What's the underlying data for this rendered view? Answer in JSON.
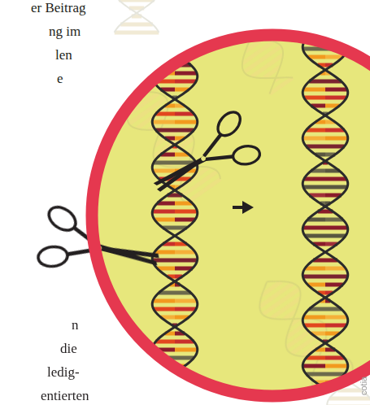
{
  "diagram": {
    "labels": [
      "er Beitrag",
      "ng im",
      "len",
      "e",
      "n",
      "die",
      "ledig-",
      "entierten",
      "cotia"
    ]
  }
}
